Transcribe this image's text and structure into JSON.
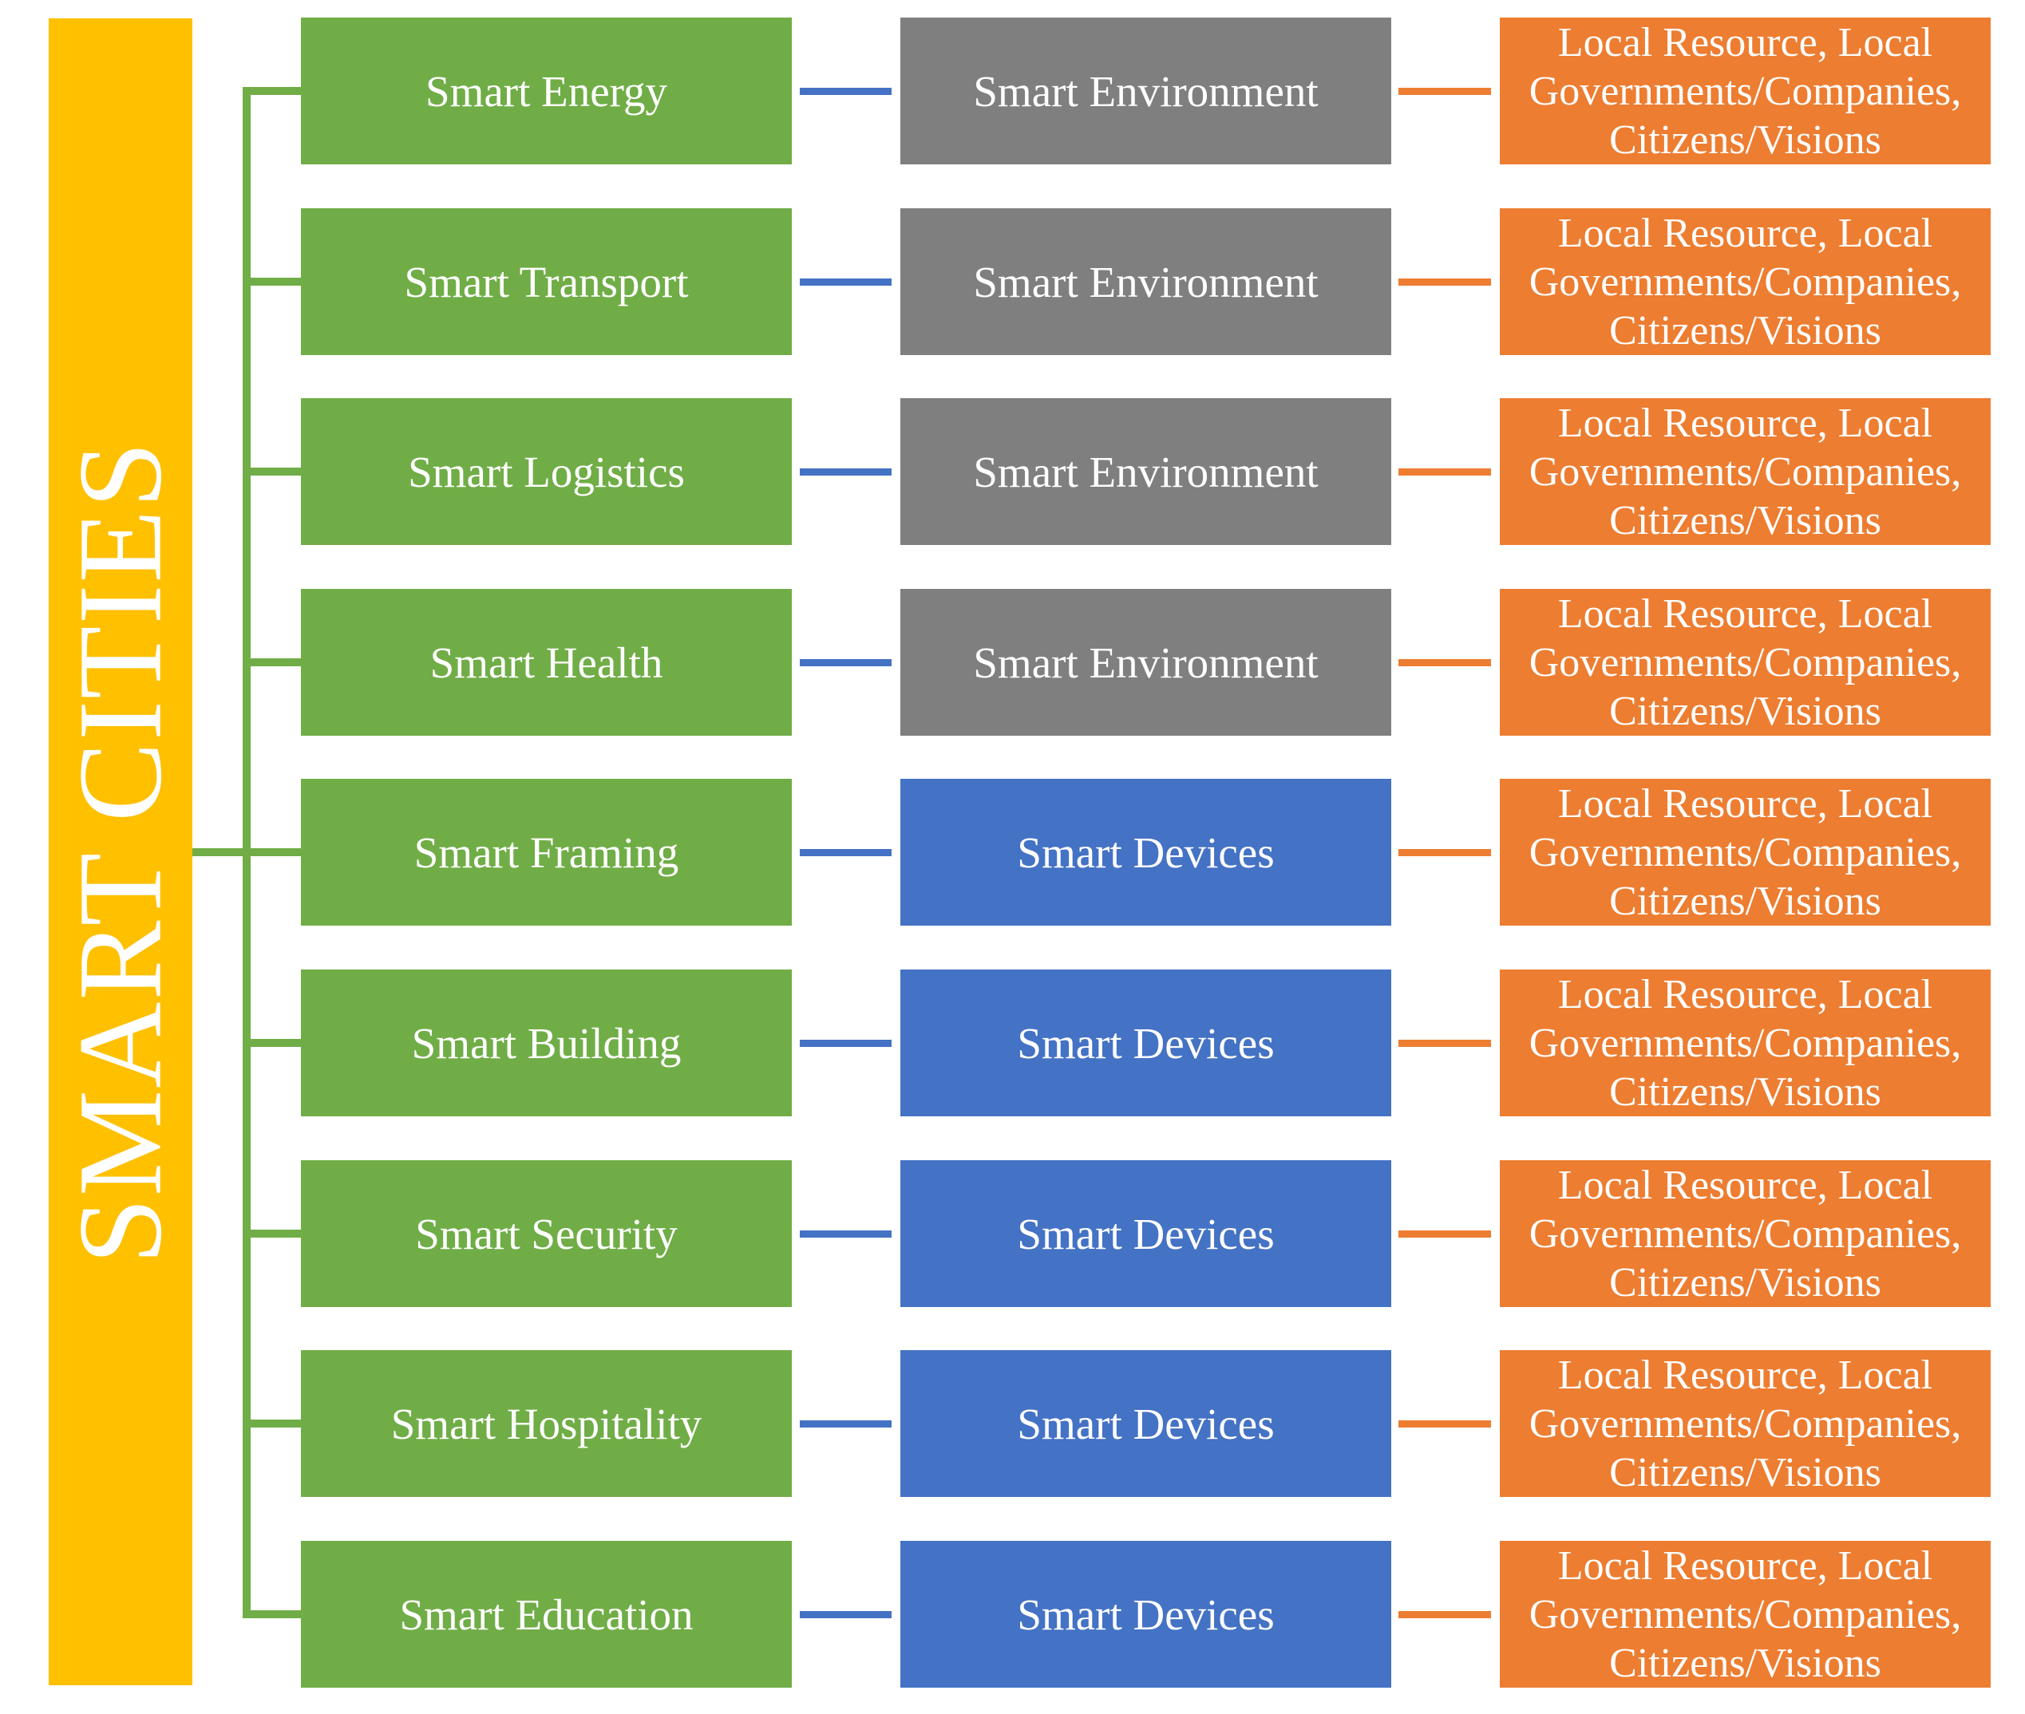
{
  "title": "Smart cities hierarchy diagram",
  "root": {
    "label": "SMART CITIES"
  },
  "colors": {
    "root_bar": "#FFC000",
    "domain_box": "#70AD47",
    "platform_gray": "#7F7F7F",
    "platform_blue": "#4472C4",
    "stakeholder_box": "#ED7D31",
    "connector_green": "#70AD47",
    "connector_blue": "#4472C4",
    "connector_orange": "#ED7D31",
    "text": "#FFFFFF"
  },
  "rows": [
    {
      "left": "Smart Energy",
      "middle": "Smart Environment",
      "middle_type": "gray",
      "right": "Local Resource, Local Governments/Companies, Citizens/Visions"
    },
    {
      "left": "Smart Transport",
      "middle": "Smart Environment",
      "middle_type": "gray",
      "right": "Local Resource, Local Governments/Companies, Citizens/Visions"
    },
    {
      "left": "Smart Logistics",
      "middle": "Smart Environment",
      "middle_type": "gray",
      "right": "Local Resource, Local Governments/Companies, Citizens/Visions"
    },
    {
      "left": "Smart Health",
      "middle": "Smart Environment",
      "middle_type": "gray",
      "right": "Local Resource, Local Governments/Companies, Citizens/Visions"
    },
    {
      "left": "Smart Framing",
      "middle": "Smart Devices",
      "middle_type": "blue",
      "right": "Local Resource, Local Governments/Companies, Citizens/Visions"
    },
    {
      "left": "Smart Building",
      "middle": "Smart Devices",
      "middle_type": "blue",
      "right": "Local Resource, Local Governments/Companies, Citizens/Visions"
    },
    {
      "left": "Smart Security",
      "middle": "Smart Devices",
      "middle_type": "blue",
      "right": "Local Resource, Local Governments/Companies, Citizens/Visions"
    },
    {
      "left": "Smart Hospitality",
      "middle": "Smart Devices",
      "middle_type": "blue",
      "right": "Local Resource, Local Governments/Companies, Citizens/Visions"
    },
    {
      "left": "Smart Education",
      "middle": "Smart Devices",
      "middle_type": "blue",
      "right": "Local Resource, Local Governments/Companies, Citizens/Visions"
    }
  ]
}
